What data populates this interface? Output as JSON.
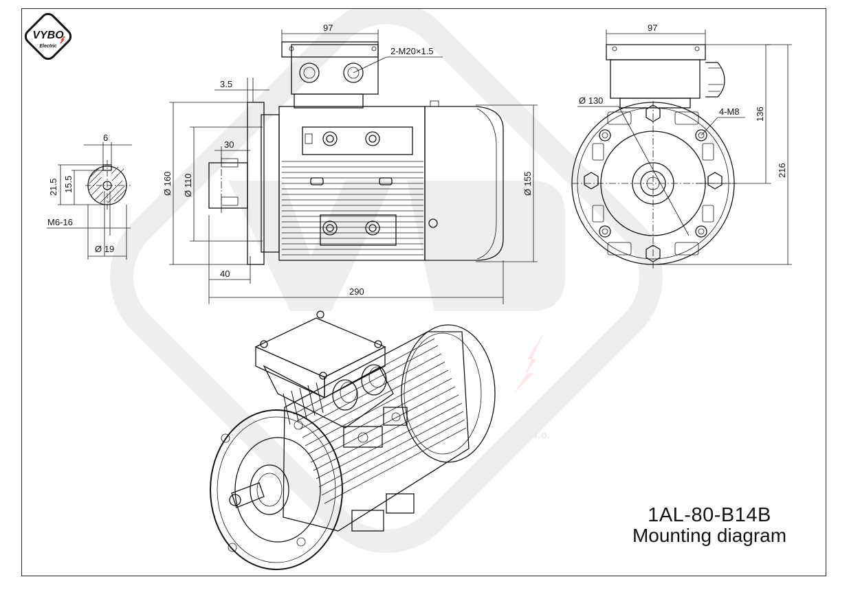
{
  "logo": {
    "brand": "VYBO",
    "sub": "Electric"
  },
  "watermark": {
    "company_suffix": "s.r.o."
  },
  "title": {
    "model": "1AL-80-B14B",
    "subtitle": "Mounting diagram"
  },
  "dimensions": {
    "shaft_key_width": "6",
    "shaft_outer_height": "21.5",
    "shaft_inner_height": "15.5",
    "thread": "M6-16",
    "shaft_diameter": "Ø 19",
    "flange_thickness": "3.5",
    "shaft_shoulder": "30",
    "flange_diameter": "Ø 160",
    "spigot_diameter": "Ø 110",
    "shaft_length": "40",
    "overall_length": "290",
    "terminal_box_width_side": "97",
    "cable_glands": "2-M20×1.5",
    "body_diameter": "Ø 155",
    "terminal_box_width_end": "97",
    "bolt_circle": "Ø 130",
    "mounting_holes": "4-M8",
    "axis_height": "136",
    "overall_height": "216"
  }
}
